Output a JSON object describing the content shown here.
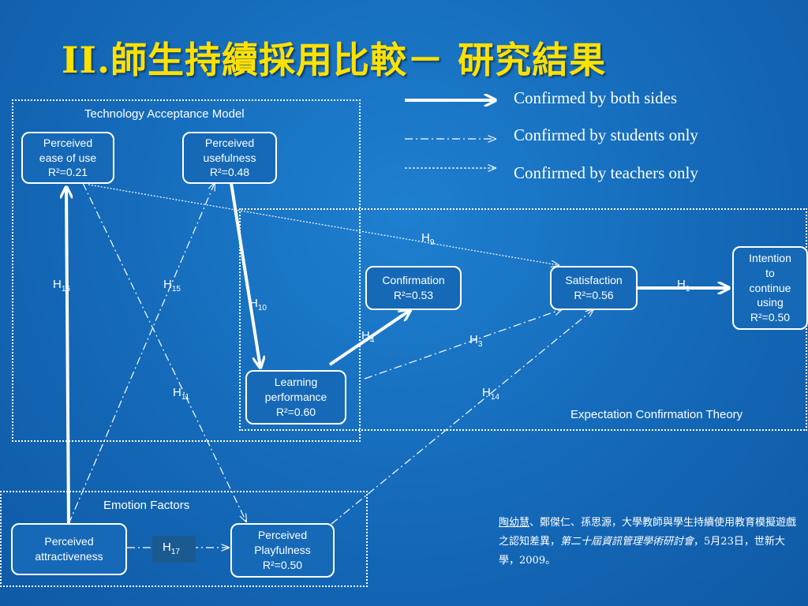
{
  "title": "II.師生持續採用比較－ 研究結果",
  "legend": [
    {
      "label": "Confirmed by both sides"
    },
    {
      "label": "Confirmed by students only"
    },
    {
      "label": "Confirmed by teachers only"
    }
  ],
  "regions": {
    "tam": "Technology Acceptance Model",
    "ect": "Expectation Confirmation Theory",
    "emotion": "Emotion Factors"
  },
  "nodes": {
    "peou": [
      "Perceived",
      "ease of use",
      "R²=0.21"
    ],
    "pu": [
      "Perceived",
      "usefulness",
      "R²=0.48"
    ],
    "confirmation": [
      "Confirmation",
      "R²=0.53"
    ],
    "satisfaction": [
      "Satisfaction",
      "R²=0.56"
    ],
    "intention": [
      "Intention",
      "to",
      "continue",
      "using",
      "R²=0.50"
    ],
    "learning": [
      "Learning",
      "performance",
      "R²=0.60"
    ],
    "attractiveness": [
      "Perceived",
      "attractiveness"
    ],
    "playfulness": [
      "Perceived",
      "Playfulness",
      "R²=0.50"
    ]
  },
  "hypotheses": {
    "h1": {
      "base": "H",
      "sub": "1"
    },
    "h3": {
      "base": "H",
      "sub": "3"
    },
    "h4": {
      "base": "H",
      "sub": "4"
    },
    "h9": {
      "base": "H",
      "sub": "9"
    },
    "h10": {
      "base": "H",
      "sub": "10"
    },
    "h11": {
      "base": "H",
      "sub": "11"
    },
    "h14": {
      "base": "H",
      "sub": "14"
    },
    "h15": {
      "base": "H",
      "sub": "15"
    },
    "h16": {
      "base": "H",
      "sub": "16"
    },
    "h17": {
      "base": "H",
      "sub": "17"
    }
  },
  "citation": {
    "authors_first": "陶幼慧",
    "authors_rest": "、鄭傑仁、孫思源，大學教師與學生持續使用教育模擬遊戲之認知差異，",
    "venue": "第二十屆資訊管理學術研討會",
    "tail": "，5月23日，世新大學，2009。"
  }
}
